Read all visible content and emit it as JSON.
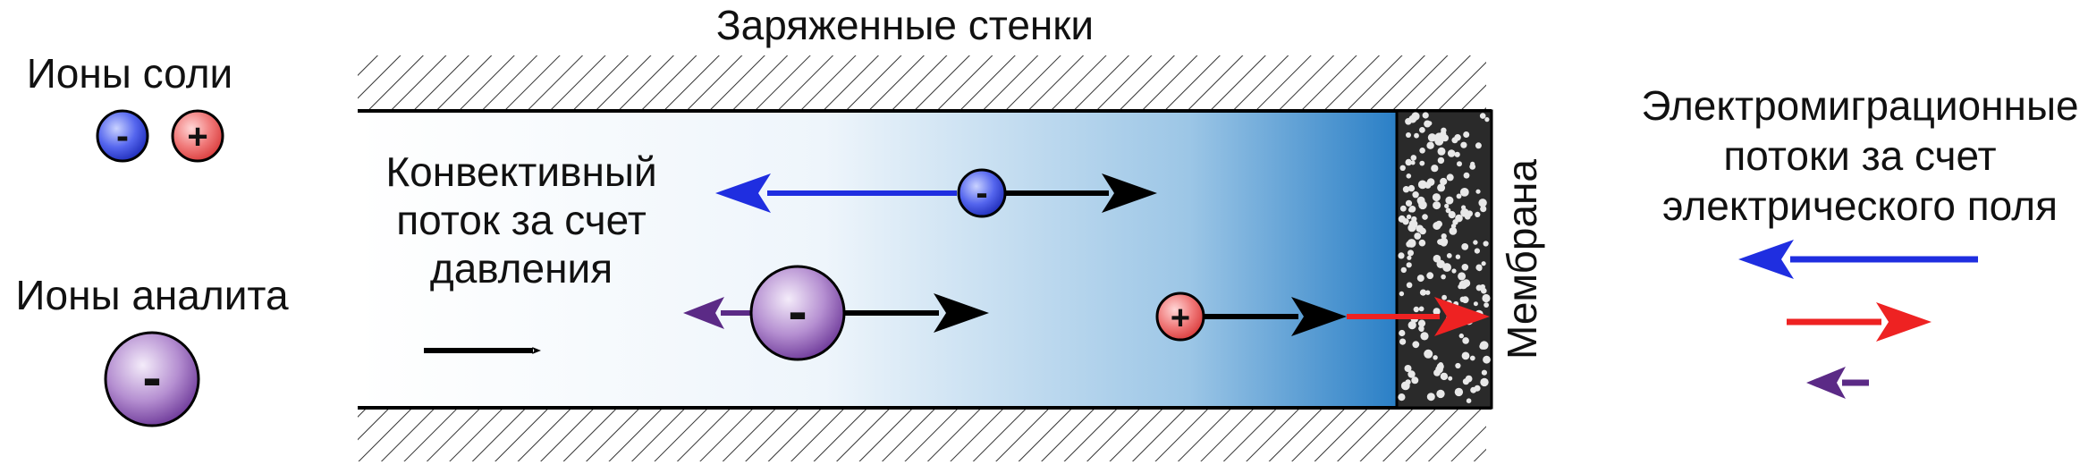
{
  "title": "Заряженные стенки",
  "legend": {
    "salt_ions_label": "Ионы соли",
    "analyte_ions_label": "Ионы аналита",
    "minus_sign": "-",
    "plus_sign": "+"
  },
  "labels": {
    "convective_flow": [
      "Конвективный",
      "поток за счет",
      "давления"
    ],
    "membrane": "Мембрана",
    "electromigration": [
      "Электромиграционные",
      "потоки за счет",
      "электрического поля"
    ]
  },
  "colors": {
    "anion": "#2233cc",
    "cation": "#ee3333",
    "analyte": "#5b2a86",
    "convective": "#000000",
    "channel_gradient_end": "#2a7fc6",
    "membrane_bg": "#2a2a2a"
  }
}
